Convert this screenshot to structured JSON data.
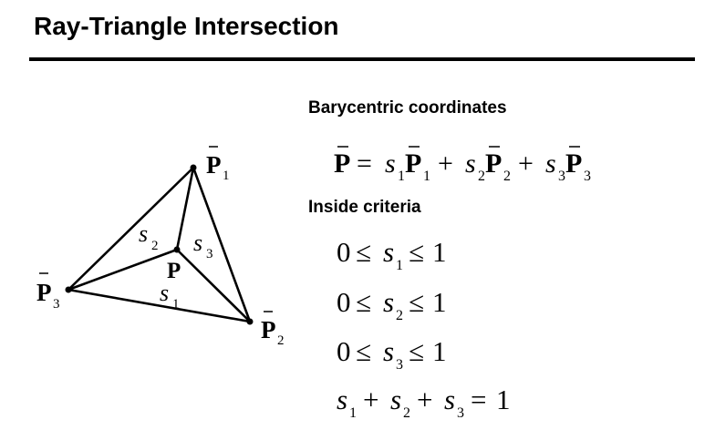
{
  "slide": {
    "title": "Ray-Triangle Intersection",
    "heading_barycentric": "Barycentric coordinates",
    "heading_inside": "Inside criteria"
  },
  "diagram": {
    "vertex_symbol": "P",
    "vertex_subscripts": [
      "1",
      "2",
      "3"
    ],
    "weight_symbol": "s",
    "weight_subscripts": [
      "1",
      "2",
      "3"
    ],
    "interior_point": "P"
  },
  "equation": {
    "lhs": "P",
    "equals": "=",
    "plus": "+",
    "terms": [
      {
        "weight": "s",
        "weight_sub": "1",
        "point": "P",
        "point_sub": "1"
      },
      {
        "weight": "s",
        "weight_sub": "2",
        "point": "P",
        "point_sub": "2"
      },
      {
        "weight": "s",
        "weight_sub": "3",
        "point": "P",
        "point_sub": "3"
      }
    ]
  },
  "criteria": {
    "zero": "0",
    "leq": "≤",
    "one": "1",
    "var": "s",
    "subs": [
      "1",
      "2",
      "3"
    ],
    "sum_equals": "=",
    "sum_plus": "+",
    "sum_result": "1"
  }
}
